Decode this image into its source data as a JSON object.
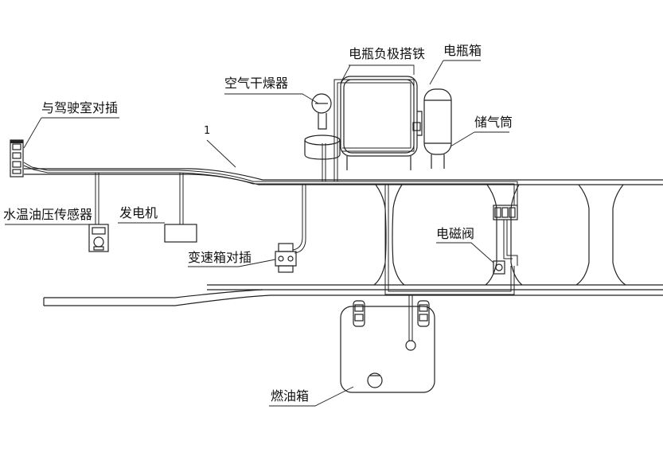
{
  "labels": {
    "battery_negative_ground": "电瓶负极搭铁",
    "battery_box": "电瓶箱",
    "air_dryer": "空气干燥器",
    "cab_connector": "与驾驶室对插",
    "air_tank": "储气筒",
    "leader_number": "1",
    "water_temp_oil_pressure_sensor": "水温油压传感器",
    "generator": "发电机",
    "solenoid_valve": "电磁阀",
    "transmission_connector": "变速箱对插",
    "fuel_tank": "燃油箱"
  }
}
